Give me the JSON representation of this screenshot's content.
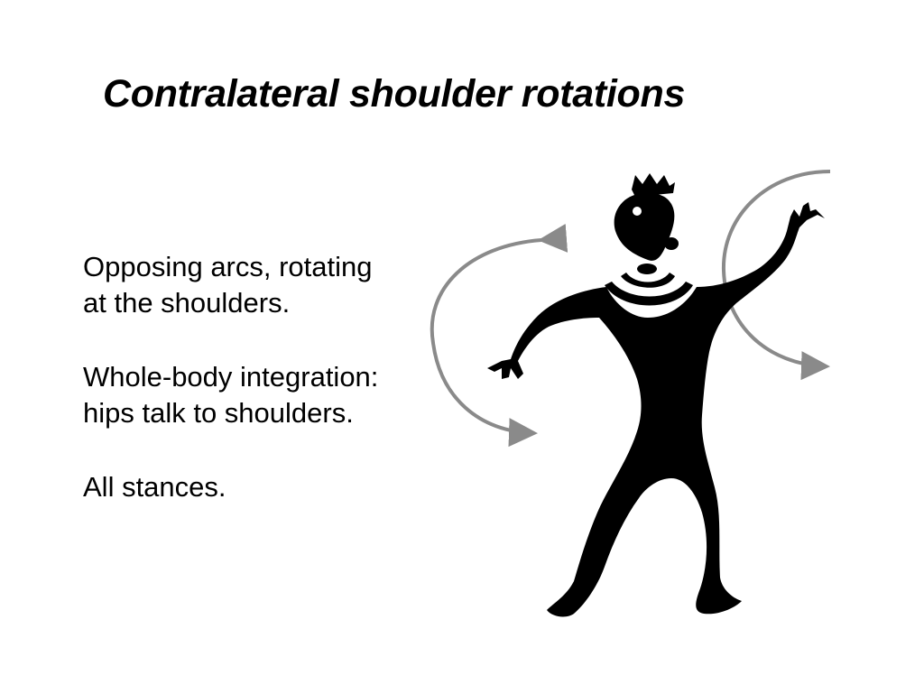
{
  "slide": {
    "title": "Contralateral shoulder rotations",
    "paragraphs": [
      "Opposing arcs, rotating at the shoulders.",
      "Whole-body integration: hips talk to shoulders.",
      "All stances."
    ]
  },
  "figure": {
    "subject": "petroglyph-style human figure with rotation arrows",
    "arrow_color": "#8a8a8a",
    "figure_color": "#000000"
  }
}
